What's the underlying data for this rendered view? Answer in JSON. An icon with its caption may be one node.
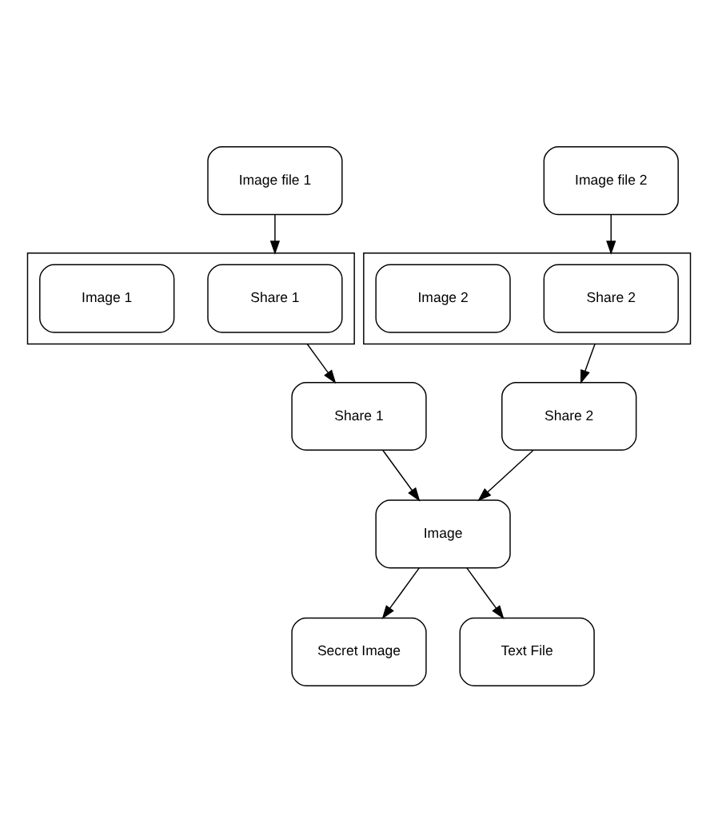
{
  "diagram": {
    "nodes": [
      {
        "text": [
          "Image file 1"
        ]
      },
      {
        "text": [
          "Image file 2"
        ]
      },
      {
        "text": [],
        "shape": "box"
      },
      {
        "text": [
          "Share 1"
        ],
        "in": 2
      },
      {
        "text": [
          "Image 1"
        ],
        "in": 2
      },
      {
        "text": [],
        "shape": "box"
      },
      {
        "text": [
          "Share 2"
        ],
        "in": 5
      },
      {
        "text": [
          "Image 2"
        ],
        "in": 5
      },
      {
        "text": [
          "Share 1"
        ]
      },
      {
        "text": [
          "Share 2"
        ]
      },
      {
        "text": [
          "Image"
        ]
      },
      {
        "text": [
          "Secret Image"
        ]
      },
      {
        "text": [
          "Text File"
        ]
      }
    ],
    "edges": [
      {
        "from": 0,
        "to": 2,
        "arrow": "to"
      },
      {
        "from": 1,
        "to": 5,
        "arrow": "to"
      },
      {
        "from": 2,
        "to": 8,
        "arrow": "to"
      },
      {
        "from": 5,
        "to": 9,
        "arrow": "to"
      },
      {
        "from": 8,
        "to": 10,
        "arrow": "to"
      },
      {
        "from": 9,
        "to": 10,
        "arrow": "to"
      },
      {
        "from": 10,
        "to": 11,
        "arrow": "to"
      },
      {
        "from": 10,
        "to": 12,
        "arrow": "to"
      }
    ]
  }
}
